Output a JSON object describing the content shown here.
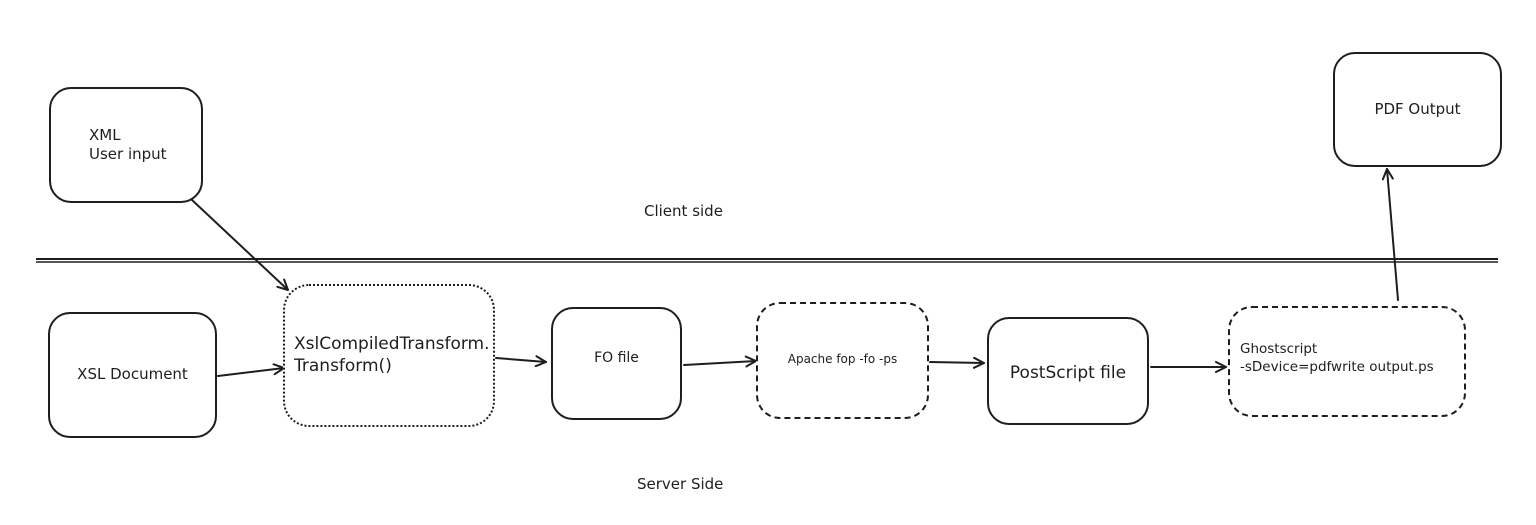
{
  "colors": {
    "stroke": "#1e1e1e",
    "background": "#ffffff"
  },
  "regions": {
    "client": "Client side",
    "server": "Server Side"
  },
  "nodes": {
    "xml_input": "XML\nUser input",
    "pdf_output": "PDF Output",
    "xsl_document": "XSL Document",
    "transform": "XslCompiledTransform.\nTransform()",
    "fo_file": "FO file",
    "apache_fop": "Apache fop -fo -ps",
    "postscript": "PostScript file",
    "ghostscript": "Ghostscript\n-sDevice=pdfwrite output.ps"
  }
}
